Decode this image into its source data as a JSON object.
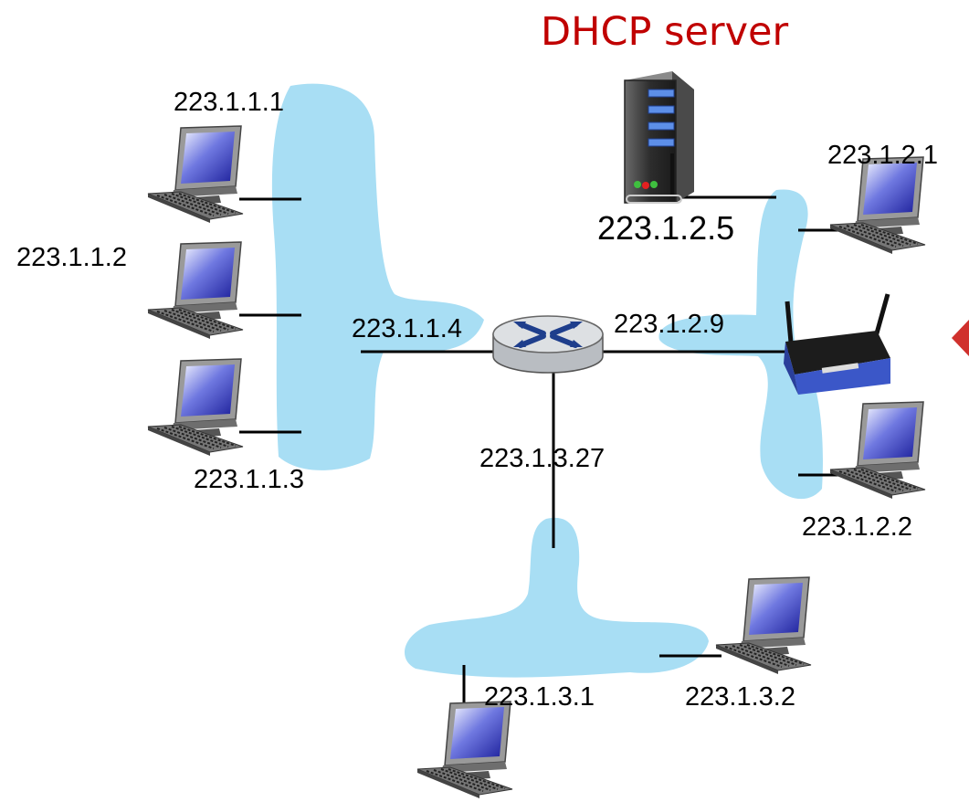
{
  "title": "DHCP server",
  "colors": {
    "title": "#c00000",
    "subnet": "#a8def4",
    "router": "#d7dadd",
    "router_arrows": "#1e3e8c",
    "pointer": "#d0312d"
  },
  "icons": {
    "host": "desktop-computer-icon",
    "server": "server-tower-icon",
    "router": "router-icon",
    "wireless": "wireless-router-icon"
  },
  "hosts": [
    {
      "id": "h1",
      "label": "223.1.1.1"
    },
    {
      "id": "h2",
      "label": "223.1.1.2"
    },
    {
      "id": "h3",
      "label": "223.1.1.3"
    },
    {
      "id": "h4",
      "label": "223.1.2.1"
    },
    {
      "id": "h5",
      "label": "223.1.2.2"
    },
    {
      "id": "h6",
      "label": "223.1.3.1"
    },
    {
      "id": "h7",
      "label": "223.1.3.2"
    }
  ],
  "server": {
    "label": "223.1.2.5"
  },
  "router": {
    "interfaces": [
      {
        "label": "223.1.1.4"
      },
      {
        "label": "223.1.2.9"
      },
      {
        "label": "223.1.3.27"
      }
    ]
  }
}
